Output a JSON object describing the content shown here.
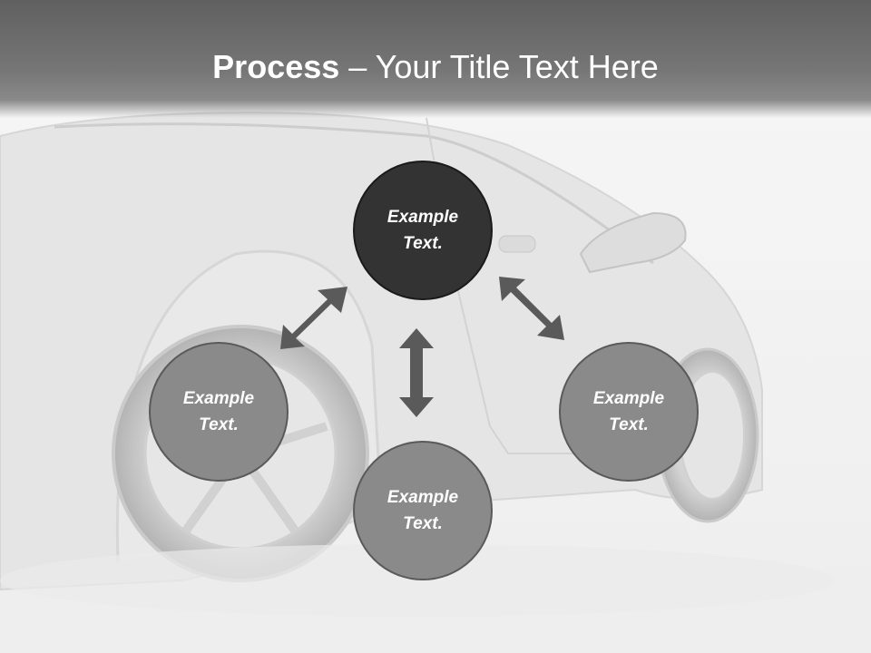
{
  "title": {
    "bold": "Process",
    "rest": " – Your Title Text Here"
  },
  "nodes": [
    {
      "line1": "Example",
      "line2": "Text.",
      "style": "dark"
    },
    {
      "line1": "Example",
      "line2": "Text.",
      "style": "mid"
    },
    {
      "line1": "Example",
      "line2": "Text.",
      "style": "mid"
    },
    {
      "line1": "Example",
      "line2": "Text.",
      "style": "mid"
    }
  ],
  "colors": {
    "title_bar": "#6a6a6a",
    "dark_node": "#333333",
    "mid_node": "#8a8a8a",
    "arrow": "#5a5a5a"
  }
}
